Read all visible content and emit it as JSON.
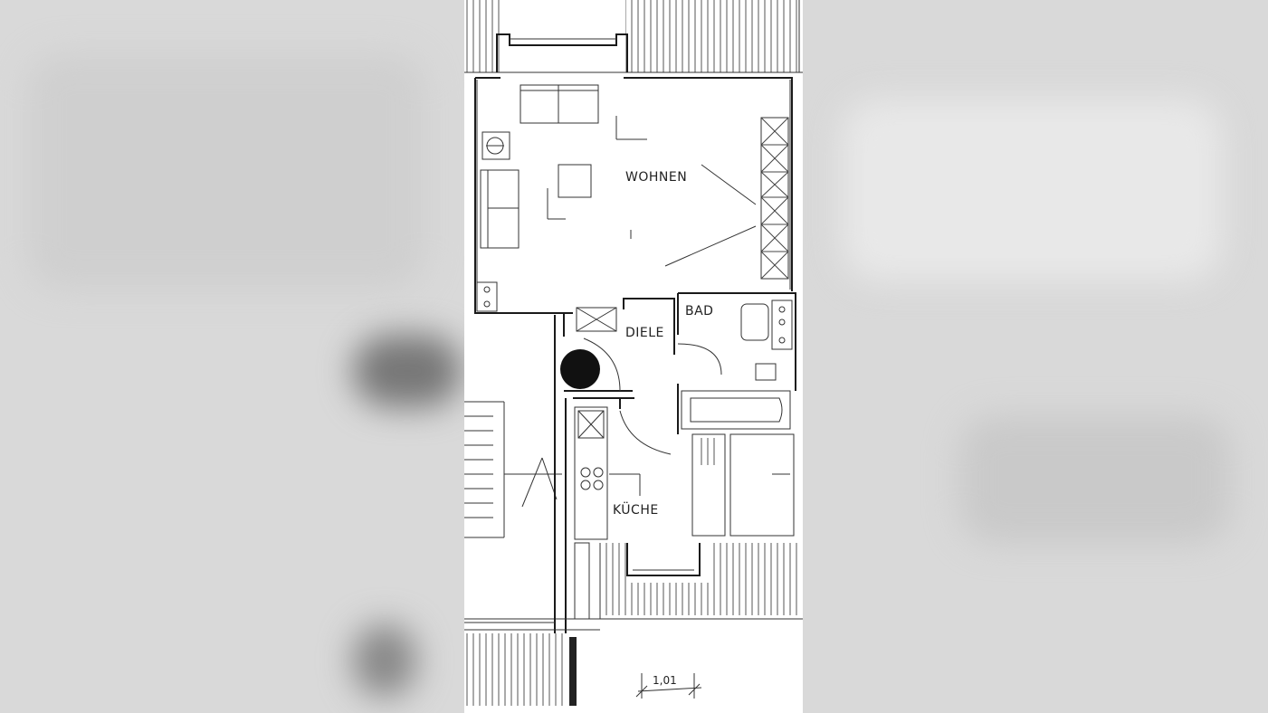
{
  "plan": {
    "rooms": {
      "living": "WOHNEN",
      "hall": "DIELE",
      "bath": "BAD",
      "kitchen": "KÜCHE"
    },
    "dimension": "1,01"
  },
  "colors": {
    "background": "#d9d9d9",
    "sheet": "#ffffff",
    "ink": "#1a1a1a",
    "column": "#111111"
  }
}
